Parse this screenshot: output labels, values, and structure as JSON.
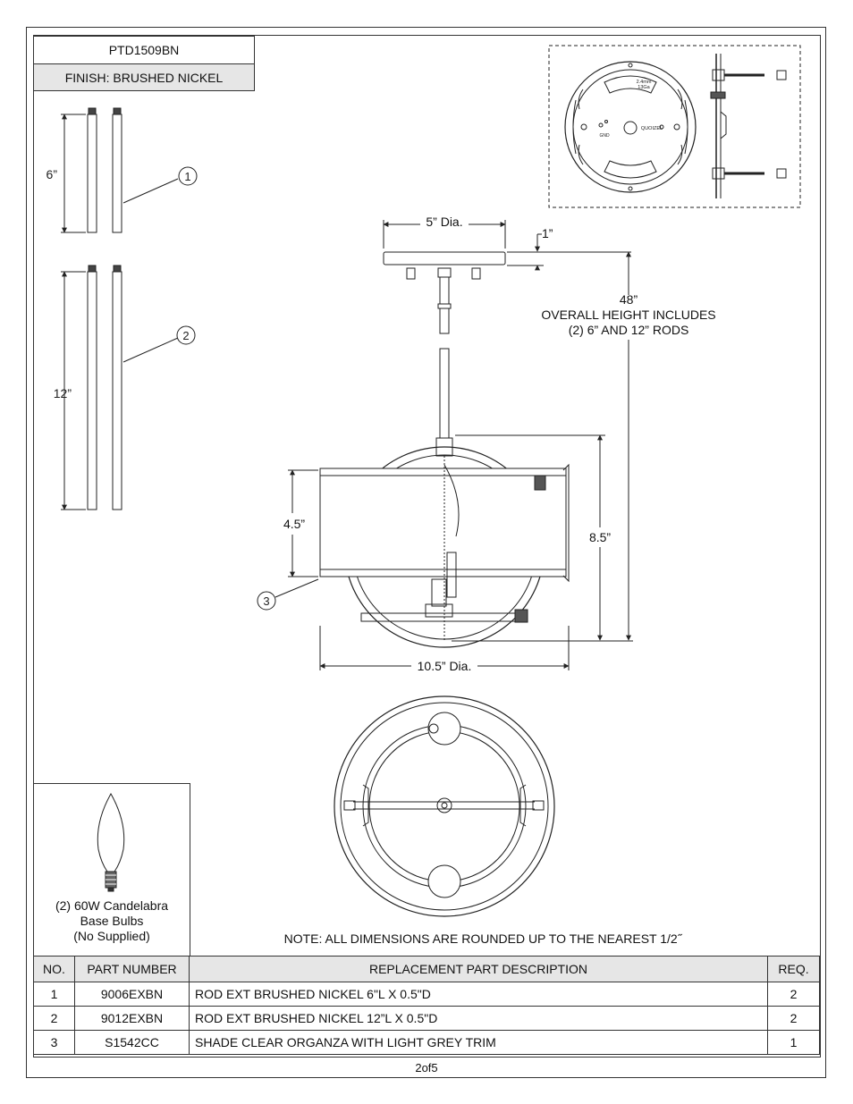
{
  "header": {
    "model": "PTD1509BN",
    "finish": "FINISH: BRUSHED NICKEL"
  },
  "rods": {
    "rod1_length": "6”",
    "rod2_length": "12”",
    "callout1": "1",
    "callout2": "2"
  },
  "canopy_plate": {
    "gauge_label": "2.4mm",
    "gauge_sub": "13Ga",
    "brand": "QUOIZEL",
    "ground_label": "GND"
  },
  "dimensions": {
    "canopy_dia": "5” Dia.",
    "canopy_height": "1”",
    "overall_height": "48”",
    "overall_note1": "OVERALL HEIGHT INCLUDES",
    "overall_note2": "(2) 6” AND 12” RODS",
    "shade_height": "4.5”",
    "body_height": "8.5”",
    "body_dia": "10.5” Dia.",
    "callout3": "3"
  },
  "bulb": {
    "line1": "(2) 60W Candelabra",
    "line2": "Base Bulbs",
    "line3": "(No Supplied)"
  },
  "note": "NOTE:  ALL DIMENSIONS ARE ROUNDED UP TO THE NEAREST  1/2˝",
  "table": {
    "headers": {
      "no": "NO.",
      "part": "PART NUMBER",
      "desc": "REPLACEMENT PART DESCRIPTION",
      "req": "REQ."
    },
    "rows": [
      {
        "no": "1",
        "part": "9006EXBN",
        "desc": "ROD EXT BRUSHED NICKEL 6\"L X 0.5\"D",
        "req": "2"
      },
      {
        "no": "2",
        "part": "9012EXBN",
        "desc": "ROD EXT BRUSHED NICKEL 12”L X 0.5\"D",
        "req": "2"
      },
      {
        "no": "3",
        "part": "S1542CC",
        "desc": "SHADE CLEAR ORGANZA WITH LIGHT GREY TRIM",
        "req": "1"
      }
    ]
  },
  "page": "2of5"
}
